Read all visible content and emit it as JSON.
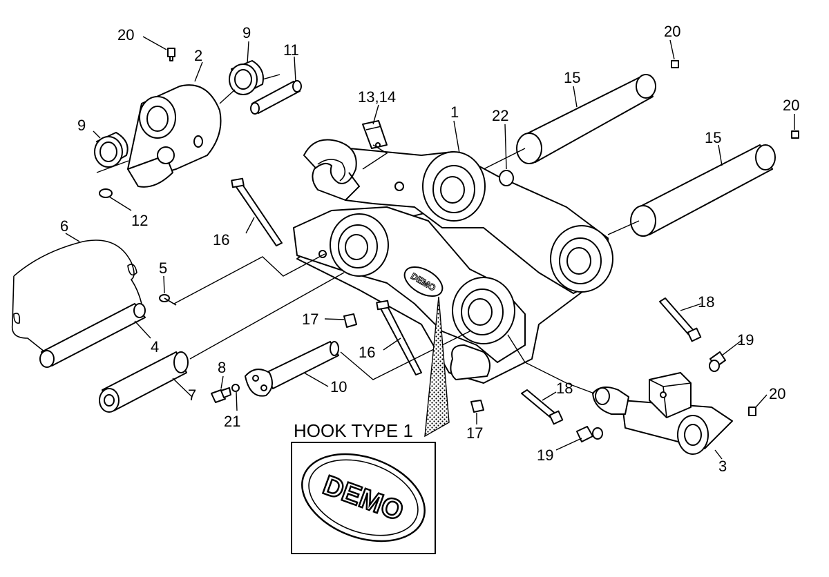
{
  "callouts": [
    {
      "id": "c1",
      "text": "1"
    },
    {
      "id": "c2",
      "text": "2"
    },
    {
      "id": "c3",
      "text": "3"
    },
    {
      "id": "c4",
      "text": "4"
    },
    {
      "id": "c5",
      "text": "5"
    },
    {
      "id": "c6",
      "text": "6"
    },
    {
      "id": "c7",
      "text": "7"
    },
    {
      "id": "c8",
      "text": "8"
    },
    {
      "id": "c9a",
      "text": "9"
    },
    {
      "id": "c9b",
      "text": "9"
    },
    {
      "id": "c10",
      "text": "10"
    },
    {
      "id": "c11",
      "text": "11"
    },
    {
      "id": "c12",
      "text": "12"
    },
    {
      "id": "c1314",
      "text": "13,14"
    },
    {
      "id": "c15a",
      "text": "15"
    },
    {
      "id": "c15b",
      "text": "15"
    },
    {
      "id": "c16a",
      "text": "16"
    },
    {
      "id": "c16b",
      "text": "16"
    },
    {
      "id": "c17a",
      "text": "17"
    },
    {
      "id": "c17b",
      "text": "17"
    },
    {
      "id": "c18a",
      "text": "18"
    },
    {
      "id": "c18b",
      "text": "18"
    },
    {
      "id": "c19a",
      "text": "19"
    },
    {
      "id": "c19b",
      "text": "19"
    },
    {
      "id": "c20a",
      "text": "20"
    },
    {
      "id": "c20b",
      "text": "20"
    },
    {
      "id": "c20c",
      "text": "20"
    },
    {
      "id": "c20d",
      "text": "20"
    },
    {
      "id": "c21",
      "text": "21"
    },
    {
      "id": "c22",
      "text": "22"
    }
  ],
  "detail": {
    "caption": "HOOK TYPE 1",
    "logo_text": "DEMO",
    "frame_logo_text": "DEMO"
  },
  "colors": {
    "line": "#000000",
    "paper": "#ffffff"
  }
}
